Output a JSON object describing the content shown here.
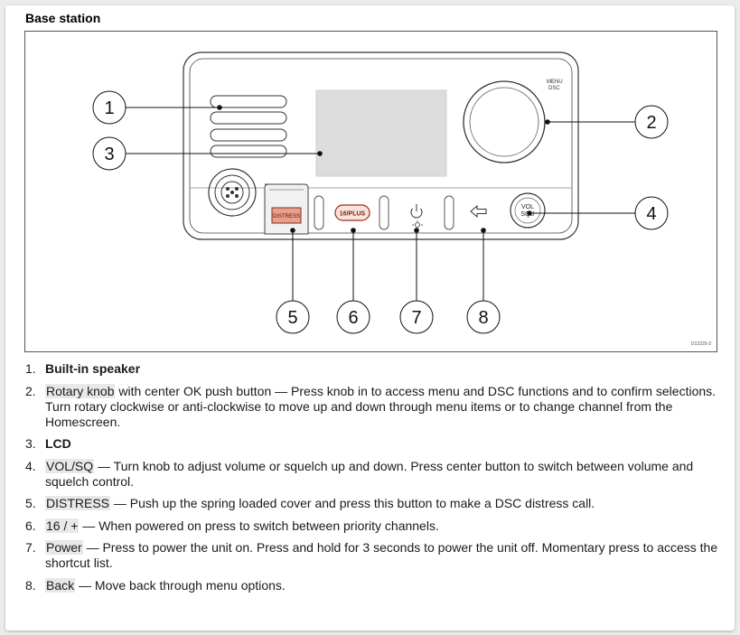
{
  "section_title": "Base station",
  "figure": {
    "id": "D13220-3",
    "panel_labels": {
      "menu_line1": "MENU",
      "menu_line2": "DSC",
      "vol_line1": "VOL",
      "vol_line2": "SQU",
      "distress": "DISTRESS",
      "plus": "16/PLUS"
    },
    "callouts": [
      "1",
      "2",
      "3",
      "4",
      "5",
      "6",
      "7",
      "8"
    ],
    "icons": [
      "power-icon",
      "backlight-icon",
      "back-arrow-icon"
    ]
  },
  "legend": [
    {
      "num": "1.",
      "term": "Built-in speaker",
      "text": ""
    },
    {
      "num": "2.",
      "term": "Rotary knob",
      "text": " with center OK push button — Press knob in to access menu and DSC functions and to confirm selections. Turn rotary clockwise or anti-clockwise to move up and down through menu items or to change channel from the Homescreen."
    },
    {
      "num": "3.",
      "term": "LCD",
      "text": ""
    },
    {
      "num": "4.",
      "term": "VOL/SQ",
      "text": " — Turn knob to adjust volume or squelch up and down. Press center button to switch between volume and squelch control."
    },
    {
      "num": "5.",
      "term": "DISTRESS",
      "text": " — Push up the spring loaded cover and press this button to make a DSC distress call."
    },
    {
      "num": "6.",
      "term": "16 / +",
      "text": " — When powered on press to switch between priority channels."
    },
    {
      "num": "7.",
      "term": "Power",
      "text": " — Press to power the unit on. Press and hold for 3 seconds to power the unit off. Momentary press to access the shortcut list."
    },
    {
      "num": "8.",
      "term": "Back",
      "text": " — Move back through menu options."
    }
  ]
}
